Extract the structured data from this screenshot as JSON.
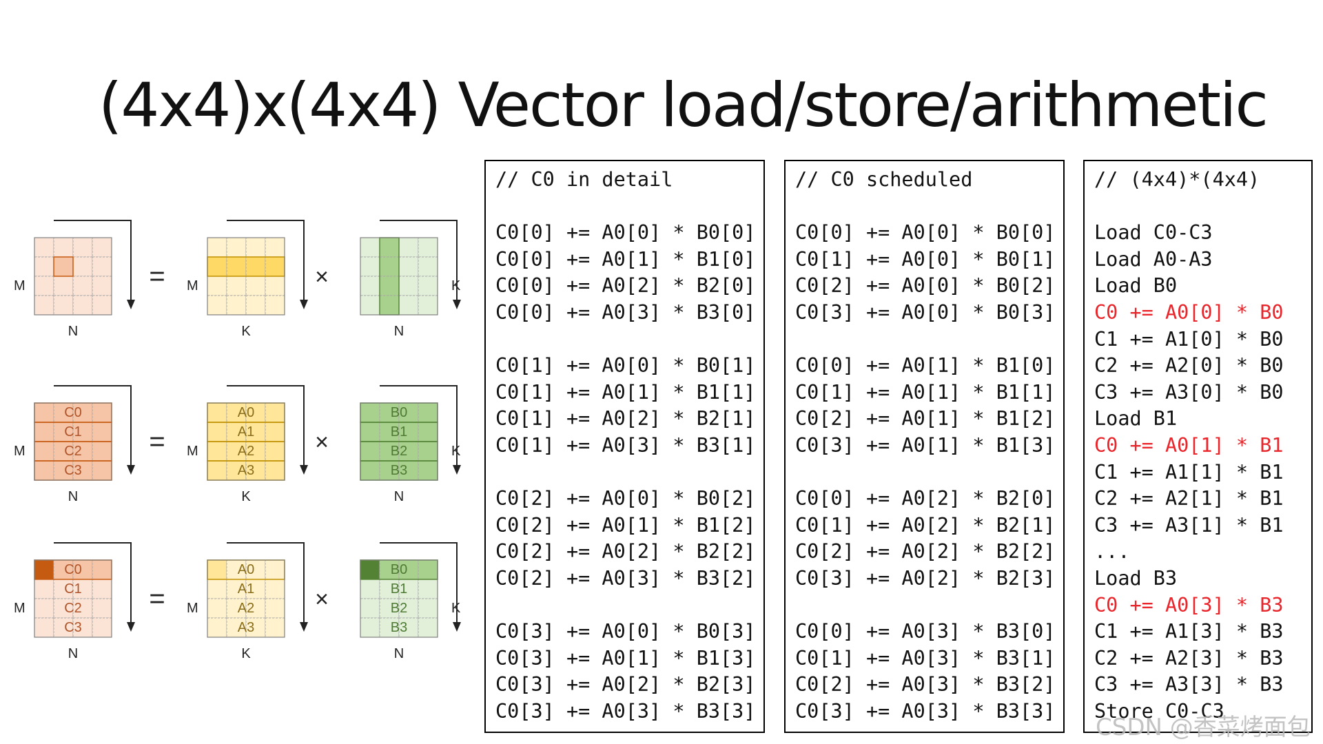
{
  "title": "(4x4)x(4x4) Vector load/store/arithmetic",
  "watermark": "CSDN @香菜烤面包",
  "colors": {
    "c_light": "#fbe4d6",
    "c_mid": "#f6c4a7",
    "c_dark": "#c55a11",
    "a_light": "#fff2cc",
    "a_mid": "#ffe699",
    "a_dark": "#ffd966",
    "b_light": "#e2f0d9",
    "b_mid": "#c5e0b4",
    "b_dark": "#a9d18e",
    "b_darkest": "#548235",
    "highlight": "#e8262b"
  },
  "diagram": {
    "equals": "=",
    "times": "×",
    "rows": [
      {
        "c": {
          "left": "M",
          "bottom": "N",
          "labels": []
        },
        "a": {
          "left": "M",
          "bottom": "K",
          "labels": []
        },
        "b": {
          "right": "K",
          "bottom": "N",
          "labels": []
        }
      },
      {
        "c": {
          "left": "M",
          "bottom": "N",
          "labels": [
            "C0",
            "C1",
            "C2",
            "C3"
          ]
        },
        "a": {
          "left": "M",
          "bottom": "K",
          "labels": [
            "A0",
            "A1",
            "A2",
            "A3"
          ]
        },
        "b": {
          "right": "K",
          "bottom": "N",
          "labels": [
            "B0",
            "B1",
            "B2",
            "B3"
          ]
        }
      },
      {
        "c": {
          "left": "M",
          "bottom": "N",
          "labels": [
            "C0",
            "C1",
            "C2",
            "C3"
          ]
        },
        "a": {
          "left": "M",
          "bottom": "K",
          "labels": [
            "A0",
            "A1",
            "A2",
            "A3"
          ]
        },
        "b": {
          "right": "K",
          "bottom": "N",
          "labels": [
            "B0",
            "B1",
            "B2",
            "B3"
          ]
        }
      }
    ]
  },
  "panels": {
    "detail": [
      "// C0 in detail",
      "",
      "C0[0] += A0[0] * B0[0]",
      "C0[0] += A0[1] * B1[0]",
      "C0[0] += A0[2] * B2[0]",
      "C0[0] += A0[3] * B3[0]",
      "",
      "C0[1] += A0[0] * B0[1]",
      "C0[1] += A0[1] * B1[1]",
      "C0[1] += A0[2] * B2[1]",
      "C0[1] += A0[3] * B3[1]",
      "",
      "C0[2] += A0[0] * B0[2]",
      "C0[2] += A0[1] * B1[2]",
      "C0[2] += A0[2] * B2[2]",
      "C0[2] += A0[3] * B3[2]",
      "",
      "C0[3] += A0[0] * B0[3]",
      "C0[3] += A0[1] * B1[3]",
      "C0[3] += A0[2] * B2[3]",
      "C0[3] += A0[3] * B3[3]"
    ],
    "scheduled": [
      "// C0 scheduled",
      "",
      "C0[0] += A0[0] * B0[0]",
      "C0[1] += A0[0] * B0[1]",
      "C0[2] += A0[0] * B0[2]",
      "C0[3] += A0[0] * B0[3]",
      "",
      "C0[0] += A0[1] * B1[0]",
      "C0[1] += A0[1] * B1[1]",
      "C0[2] += A0[1] * B1[2]",
      "C0[3] += A0[1] * B1[3]",
      "",
      "C0[0] += A0[2] * B2[0]",
      "C0[1] += A0[2] * B2[1]",
      "C0[2] += A0[2] * B2[2]",
      "C0[3] += A0[2] * B2[3]",
      "",
      "C0[0] += A0[3] * B3[0]",
      "C0[1] += A0[3] * B3[1]",
      "C0[2] += A0[3] * B3[2]",
      "C0[3] += A0[3] * B3[3]"
    ],
    "full": [
      {
        "text": "// (4x4)*(4x4)",
        "hl": false
      },
      {
        "text": "",
        "hl": false
      },
      {
        "text": "Load C0-C3",
        "hl": false
      },
      {
        "text": "Load A0-A3",
        "hl": false
      },
      {
        "text": "Load B0",
        "hl": false
      },
      {
        "text": "C0 += A0[0] * B0",
        "hl": true
      },
      {
        "text": "C1 += A1[0] * B0",
        "hl": false
      },
      {
        "text": "C2 += A2[0] * B0",
        "hl": false
      },
      {
        "text": "C3 += A3[0] * B0",
        "hl": false
      },
      {
        "text": "Load B1",
        "hl": false
      },
      {
        "text": "C0 += A0[1] * B1",
        "hl": true
      },
      {
        "text": "C1 += A1[1] * B1",
        "hl": false
      },
      {
        "text": "C2 += A2[1] * B1",
        "hl": false
      },
      {
        "text": "C3 += A3[1] * B1",
        "hl": false
      },
      {
        "text": "...",
        "hl": false
      },
      {
        "text": "Load B3",
        "hl": false
      },
      {
        "text": "C0 += A0[3] * B3",
        "hl": true
      },
      {
        "text": "C1 += A1[3] * B3",
        "hl": false
      },
      {
        "text": "C2 += A2[3] * B3",
        "hl": false
      },
      {
        "text": "C3 += A3[3] * B3",
        "hl": false
      },
      {
        "text": "Store C0-C3",
        "hl": false
      }
    ]
  }
}
